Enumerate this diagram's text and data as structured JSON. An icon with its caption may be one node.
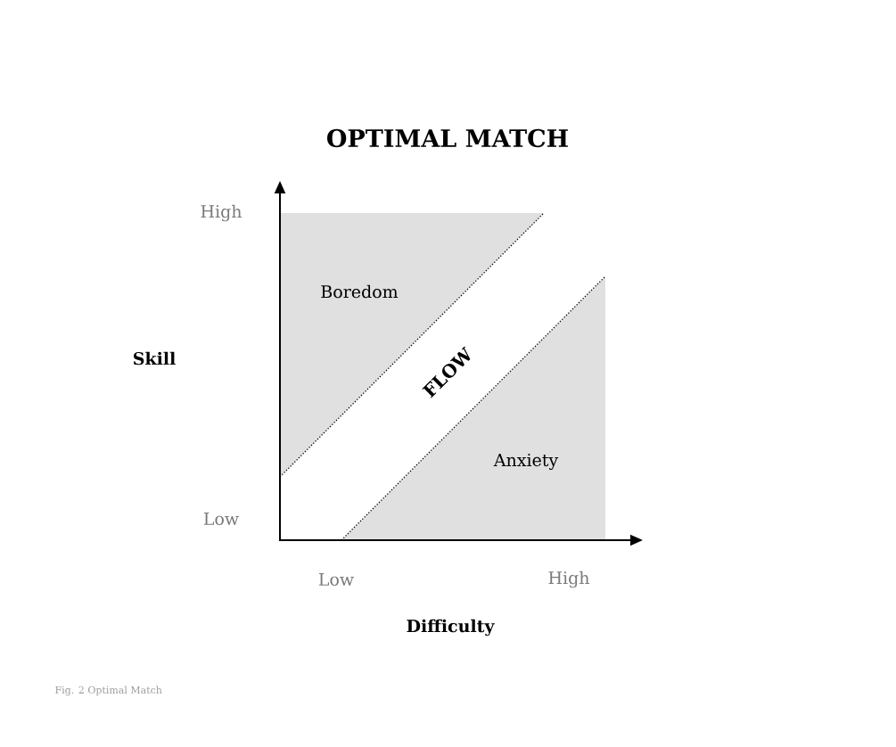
{
  "diagram": {
    "title": "OPTIMAL MATCH",
    "caption": "Fig. 2 Optimal Match",
    "nodes": [
      {
        "text": [
          "Boredom"
        ]
      },
      {
        "text": [
          "FLOW"
        ]
      },
      {
        "text": [
          "Anxiety"
        ]
      }
    ],
    "labels": [
      "High",
      "Low",
      "Skill",
      "Low",
      "High",
      "Difficulty"
    ]
  }
}
